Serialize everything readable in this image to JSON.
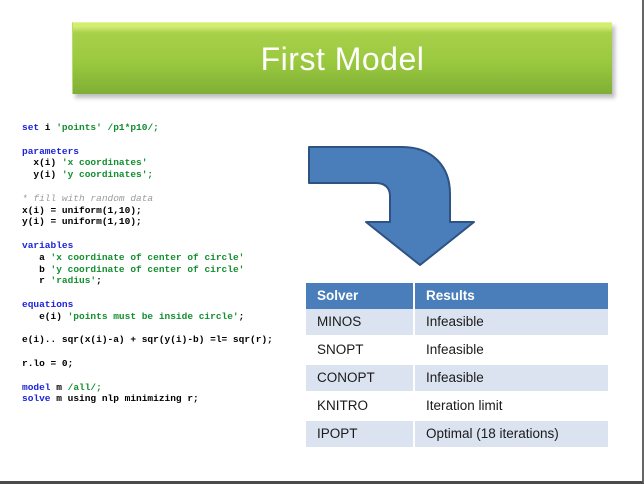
{
  "slide": {
    "title": "First Model",
    "accent_green": "#9ac93f",
    "accent_blue": "#4a7ebb",
    "row_alt_color": "#dbe3f0"
  },
  "code": {
    "language": "GAMS",
    "lines": [
      [
        {
          "t": "set",
          "c": "kw"
        },
        {
          "t": " i ",
          "c": "plain"
        },
        {
          "t": "'points'",
          "c": "str"
        },
        {
          "t": " ",
          "c": "plain"
        },
        {
          "t": "/p1*p10/;",
          "c": "str"
        }
      ],
      [],
      [
        {
          "t": "parameters",
          "c": "kw"
        }
      ],
      [
        {
          "t": "  x(i) ",
          "c": "plain"
        },
        {
          "t": "'x coordinates'",
          "c": "str"
        }
      ],
      [
        {
          "t": "  y(i) ",
          "c": "plain"
        },
        {
          "t": "'y coordinates';",
          "c": "str"
        }
      ],
      [],
      [
        {
          "t": "* fill with random data",
          "c": "cmt"
        }
      ],
      [
        {
          "t": "x(i) = uniform(1,10);",
          "c": "plain"
        }
      ],
      [
        {
          "t": "y(i) = uniform(1,10);",
          "c": "plain"
        }
      ],
      [],
      [
        {
          "t": "variables",
          "c": "kw"
        }
      ],
      [
        {
          "t": "   a ",
          "c": "plain"
        },
        {
          "t": "'x coordinate of center of circle'",
          "c": "str"
        }
      ],
      [
        {
          "t": "   b ",
          "c": "plain"
        },
        {
          "t": "'y coordinate of center of circle'",
          "c": "str"
        }
      ],
      [
        {
          "t": "   r ",
          "c": "plain"
        },
        {
          "t": "'radius'",
          "c": "str"
        },
        {
          "t": ";",
          "c": "plain"
        }
      ],
      [],
      [
        {
          "t": "equations",
          "c": "kw"
        }
      ],
      [
        {
          "t": "   e(i) ",
          "c": "plain"
        },
        {
          "t": "'points must be inside circle'",
          "c": "str"
        },
        {
          "t": ";",
          "c": "plain"
        }
      ],
      [],
      [
        {
          "t": "e(i).. sqr(x(i)-a) + sqr(y(i)-b) =l= sqr(r);",
          "c": "plain"
        }
      ],
      [],
      [
        {
          "t": "r.lo = 0;",
          "c": "plain"
        }
      ],
      [],
      [
        {
          "t": "model",
          "c": "kw"
        },
        {
          "t": " m ",
          "c": "plain"
        },
        {
          "t": "/all/;",
          "c": "str"
        }
      ],
      [
        {
          "t": "solve",
          "c": "kw"
        },
        {
          "t": " m using nlp minimizing r;",
          "c": "plain"
        }
      ]
    ]
  },
  "arrow": {
    "name": "bent-arrow-down",
    "fill": "#4a7ebb",
    "stroke": "#2e5382"
  },
  "table": {
    "headers": [
      "Solver",
      "Results"
    ],
    "rows": [
      {
        "solver": "MINOS",
        "result": "Infeasible"
      },
      {
        "solver": "SNOPT",
        "result": "Infeasible"
      },
      {
        "solver": "CONOPT",
        "result": "Infeasible"
      },
      {
        "solver": "KNITRO",
        "result": "Iteration limit"
      },
      {
        "solver": "IPOPT",
        "result": "Optimal (18 iterations)"
      }
    ]
  }
}
